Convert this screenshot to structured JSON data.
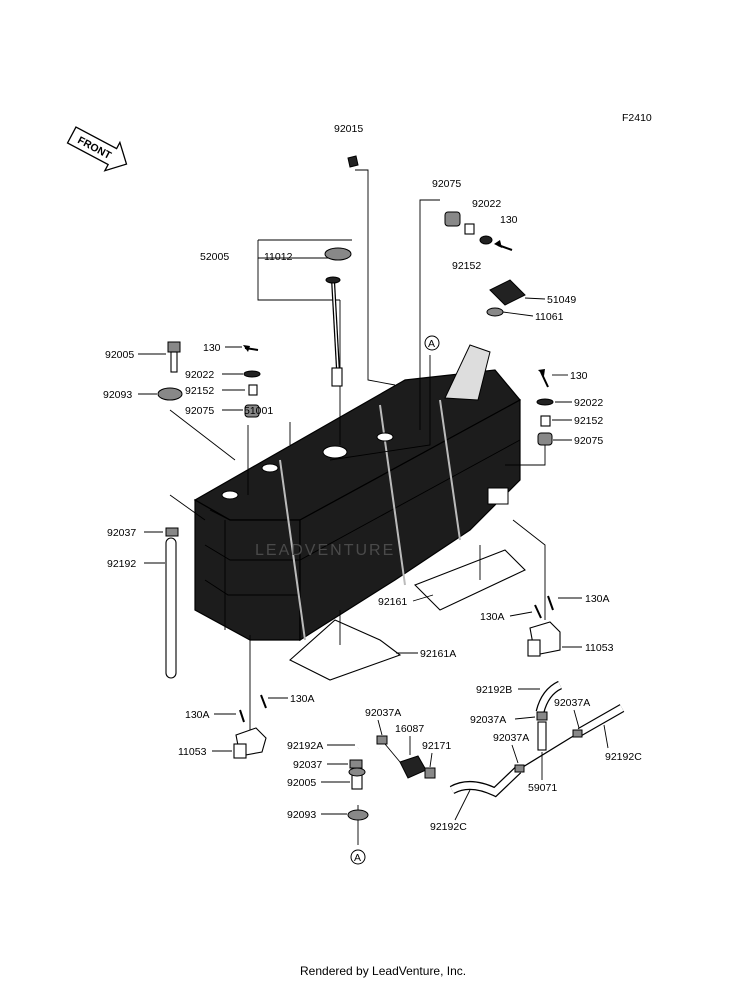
{
  "figure_code": "F2410",
  "front_label": "FRONT",
  "watermark": "LEADVENTURE",
  "footer": "Rendered by LeadVenture, Inc.",
  "ref_marker": "A",
  "labels": {
    "p92015": "92015",
    "p92075_top": "92075",
    "p92022_top": "92022",
    "p130_top": "130",
    "p92152_top": "92152",
    "p52005": "52005",
    "p11012": "11012",
    "p51049": "51049",
    "p11061": "11061",
    "p92005_l": "92005",
    "p130_l": "130",
    "p92022_l": "92022",
    "p92093_l": "92093",
    "p92152_l": "92152",
    "p92075_l": "92075",
    "p51001": "51001",
    "p130_r": "130",
    "p92022_r": "92022",
    "p92152_r": "92152",
    "p92075_r": "92075",
    "p92037_l": "92037",
    "p92192_l": "92192",
    "p92161": "92161",
    "p130A_r1": "130A",
    "p130A_r2": "130A",
    "p11053_r": "11053",
    "p92161A": "92161A",
    "p130A_l1": "130A",
    "p130A_l2": "130A",
    "p11053_l": "11053",
    "p92037A_1": "92037A",
    "p16087": "16087",
    "p92192A": "92192A",
    "p92171": "92171",
    "p92037_b": "92037",
    "p92005_b": "92005",
    "p92093_b": "92093",
    "p92192B": "92192B",
    "p92037A_2": "92037A",
    "p92037A_3": "92037A",
    "p92037A_4": "92037A",
    "p92192C_r": "92192C",
    "p59071": "59071",
    "p92192C_b": "92192C"
  }
}
